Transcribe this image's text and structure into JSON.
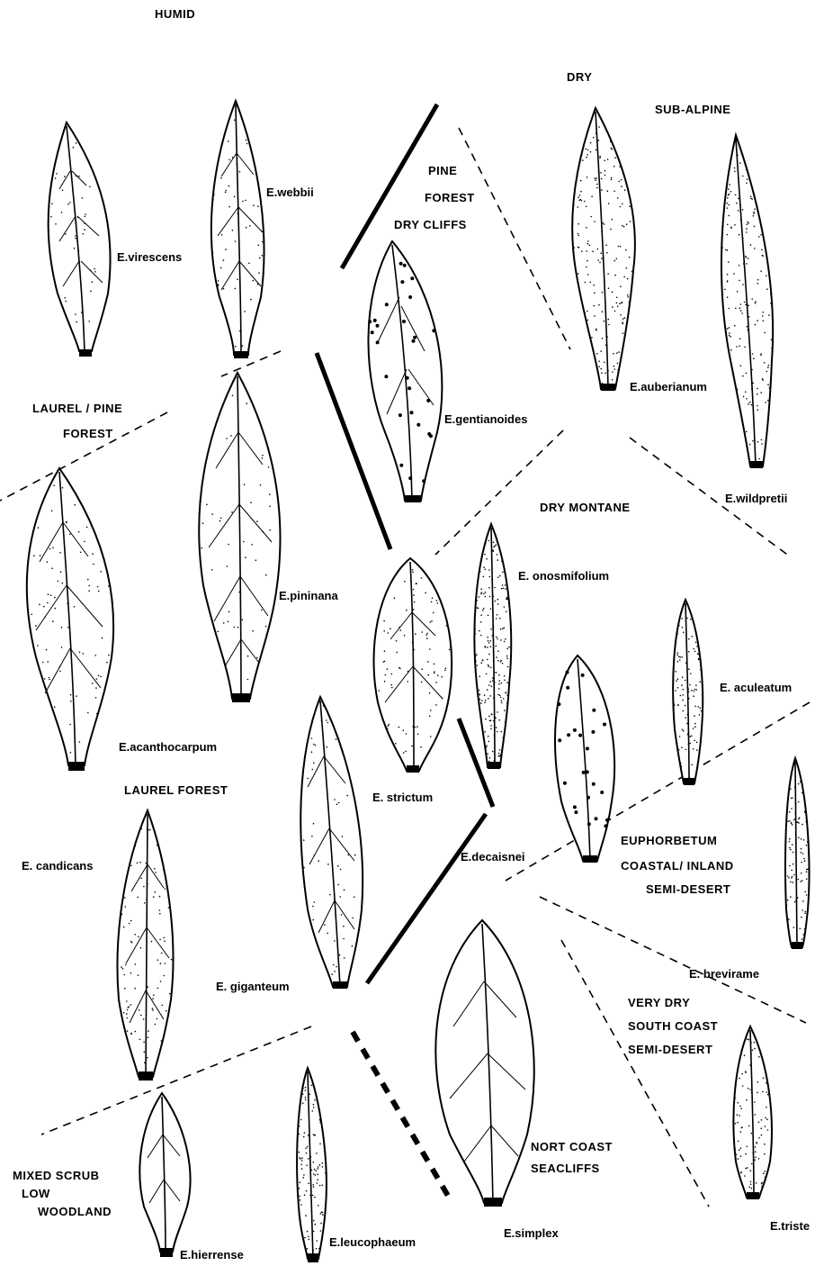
{
  "zones": {
    "humid": "HUMID",
    "dry": "DRY",
    "sub_alpine": "SUB-ALPINE",
    "pine_forest_dry_cliffs": [
      "PINE",
      "FOREST",
      "DRY CLIFFS"
    ],
    "laurel_pine_forest": [
      "LAUREL / PINE",
      "FOREST"
    ],
    "dry_montane": "DRY  MONTANE",
    "laurel_forest": "LAUREL  FOREST",
    "euphorbetum": [
      "EUPHORBETUM",
      "COASTAL/ INLAND",
      "SEMI-DESERT"
    ],
    "very_dry_south_coast": [
      "VERY DRY",
      "SOUTH COAST",
      "SEMI-DESERT"
    ],
    "mixed_scrub": [
      "MIXED  SCRUB",
      "LOW",
      "WOODLAND"
    ],
    "nort_coast": [
      "NORT COAST",
      "SEACLIFFS"
    ]
  },
  "species": [
    {
      "id": "virescens",
      "label": "E.virescens",
      "hairs": "light"
    },
    {
      "id": "webbii",
      "label": "E.webbii",
      "hairs": "light"
    },
    {
      "id": "gentianoides",
      "label": "E.gentianoides",
      "hairs": "dots"
    },
    {
      "id": "auberianum",
      "label": "E.auberianum",
      "hairs": "dense"
    },
    {
      "id": "wildpretii",
      "label": "E.wildpretii",
      "hairs": "dense"
    },
    {
      "id": "pininana",
      "label": "E.pininana",
      "hairs": "light"
    },
    {
      "id": "acanthocarpum",
      "label": "E.acanthocarpum",
      "hairs": "medium"
    },
    {
      "id": "strictum",
      "label": "E. strictum",
      "hairs": "medium"
    },
    {
      "id": "onosmifolium",
      "label": "E. onosmifolium",
      "hairs": "dense"
    },
    {
      "id": "aculeatum",
      "label": "E. aculeatum",
      "hairs": "medium"
    },
    {
      "id": "decaisnei",
      "label": "E.decaisnei",
      "hairs": "dots"
    },
    {
      "id": "candicans",
      "label": "E. candicans",
      "hairs": "medium"
    },
    {
      "id": "giganteum",
      "label": "E. giganteum",
      "hairs": "light"
    },
    {
      "id": "brevirame",
      "label": "E. brevirame",
      "hairs": "medium"
    },
    {
      "id": "simplex",
      "label": "E.simplex",
      "hairs": "none"
    },
    {
      "id": "triste",
      "label": "E.triste",
      "hairs": "medium"
    },
    {
      "id": "hierrense",
      "label": "E.hierrense",
      "hairs": "none"
    },
    {
      "id": "leucophaeum",
      "label": "E.leucophaeum",
      "hairs": "medium"
    }
  ]
}
